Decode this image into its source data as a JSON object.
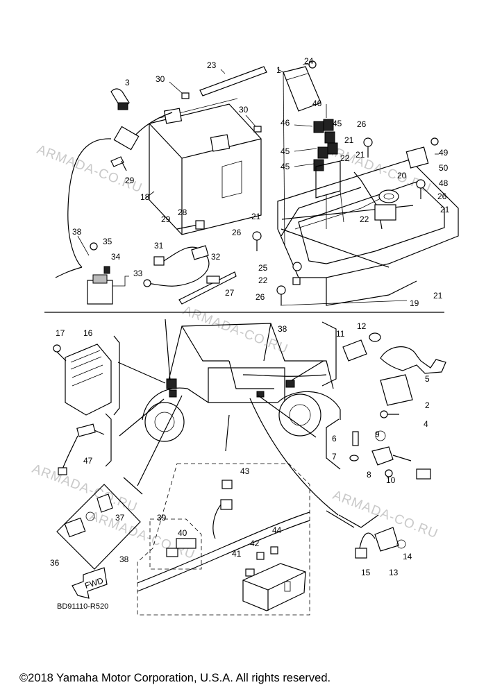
{
  "watermarks": [
    {
      "text": "ARMADA-CO.RU"
    },
    {
      "text": "ARMADA-CO.RU"
    },
    {
      "text": "ARMADA-CO.RU"
    },
    {
      "text": "ARMADA-CO.RU"
    },
    {
      "text": "ARMADA-CO.RU"
    },
    {
      "text": "ARMADA-CO.RU"
    }
  ],
  "callouts": {
    "c1": "1",
    "c2": "2",
    "c3": "3",
    "c4": "4",
    "c5": "5",
    "c6": "6",
    "c7": "7",
    "c8": "8",
    "c9": "9",
    "c10": "10",
    "c11": "11",
    "c12": "12",
    "c13": "13",
    "c14": "14",
    "c15": "15",
    "c16": "16",
    "c17": "17",
    "c18": "18",
    "c19": "19",
    "c20": "20",
    "c21a": "21",
    "c21b": "21",
    "c21c": "21",
    "c21d": "21",
    "c21e": "21",
    "c22a": "22",
    "c22b": "22",
    "c22c": "22",
    "c23": "23",
    "c24": "24",
    "c25": "25",
    "c26a": "26",
    "c26b": "26",
    "c26c": "26",
    "c26d": "26",
    "c27": "27",
    "c28": "28",
    "c29a": "29",
    "c29b": "29",
    "c30a": "30",
    "c30b": "30",
    "c31": "31",
    "c32": "32",
    "c33": "33",
    "c34": "34",
    "c35": "35",
    "c36": "36",
    "c37": "37",
    "c38a": "38",
    "c38b": "38",
    "c38c": "38",
    "c39": "39",
    "c40": "40",
    "c41": "41",
    "c42": "42",
    "c43": "43",
    "c44": "44",
    "c45a": "45",
    "c45b": "45",
    "c45c": "45",
    "c46a": "46",
    "c46b": "46",
    "c47": "47",
    "c48": "48",
    "c49": "49",
    "c50": "50"
  },
  "fwd_label": "FWD",
  "diagram_code": "BD91110-R520",
  "copyright": "©2018 Yamaha Motor Corporation, U.S.A. All rights reserved."
}
